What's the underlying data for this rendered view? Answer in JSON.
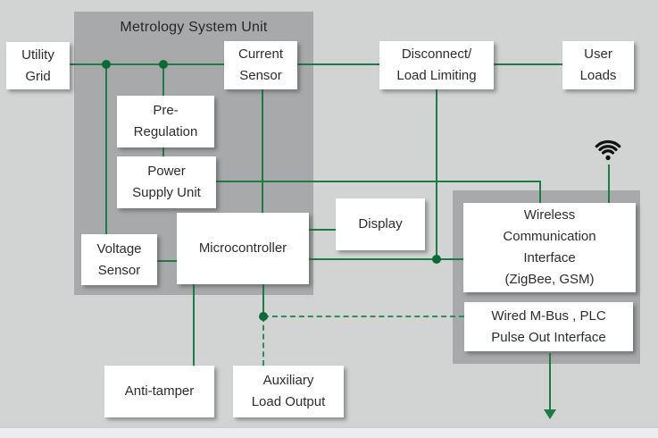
{
  "diagram": {
    "title": "Metrology System Unit",
    "nodes": {
      "utility_grid": {
        "lines": [
          "Utility",
          "Grid"
        ]
      },
      "current_sensor": {
        "lines": [
          "Current",
          "Sensor"
        ]
      },
      "disconnect": {
        "lines": [
          "Disconnect/",
          "Load Limiting"
        ]
      },
      "user_loads": {
        "lines": [
          "User",
          "Loads"
        ]
      },
      "pre_regulation": {
        "lines": [
          "Pre-",
          "Regulation"
        ]
      },
      "power_supply": {
        "lines": [
          "Power",
          "Supply Unit"
        ]
      },
      "display": {
        "lines": [
          "Display"
        ]
      },
      "voltage_sensor": {
        "lines": [
          "Voltage",
          "Sensor"
        ]
      },
      "microcontroller": {
        "lines": [
          "Microcontroller"
        ]
      },
      "wireless": {
        "lines": [
          "Wireless",
          "Communication",
          "Interface",
          "(ZigBee, GSM)"
        ]
      },
      "wired_mbus": {
        "lines": [
          "Wired M-Bus , PLC",
          "Pulse Out Interface"
        ]
      },
      "anti_tamper": {
        "lines": [
          "Anti-tamper"
        ]
      },
      "aux_load": {
        "lines": [
          "Auxiliary",
          "Load Output"
        ]
      }
    },
    "icons": {
      "wifi": "wifi-icon"
    },
    "connections": [
      {
        "from": "Utility Grid",
        "to": "Current Sensor",
        "style": "solid"
      },
      {
        "from": "Current Sensor",
        "to": "Disconnect/ Load Limiting",
        "style": "solid"
      },
      {
        "from": "Disconnect/ Load Limiting",
        "to": "User Loads",
        "style": "solid"
      },
      {
        "from": "Utility Grid",
        "to": "Voltage Sensor",
        "style": "solid"
      },
      {
        "from": "Utility Grid",
        "to": "Pre-Regulation",
        "style": "solid"
      },
      {
        "from": "Pre-Regulation",
        "to": "Power Supply Unit",
        "style": "solid"
      },
      {
        "from": "Current Sensor",
        "to": "Microcontroller",
        "style": "solid"
      },
      {
        "from": "Power Supply Unit",
        "to": "Wireless Communication Interface (ZigBee, GSM)",
        "style": "solid"
      },
      {
        "from": "Voltage Sensor",
        "to": "Microcontroller",
        "style": "solid"
      },
      {
        "from": "Microcontroller",
        "to": "Display",
        "style": "solid"
      },
      {
        "from": "Microcontroller",
        "to": "Wireless Communication Interface (ZigBee, GSM)",
        "style": "solid"
      },
      {
        "from": "Disconnect/ Load Limiting",
        "to": "Wireless Communication Interface (ZigBee, GSM)",
        "style": "solid"
      },
      {
        "from": "Microcontroller",
        "to": "Anti-tamper",
        "style": "solid"
      },
      {
        "from": "Microcontroller",
        "to": "Auxiliary Load Output",
        "style": "dashed"
      },
      {
        "from": "Microcontroller",
        "to": "Wired M-Bus , PLC Pulse Out Interface",
        "style": "dashed"
      },
      {
        "from": "Wi-Fi",
        "to": "Wireless Communication Interface (ZigBee, GSM)",
        "style": "solid"
      },
      {
        "from": "Wired M-Bus , PLC Pulse Out Interface",
        "to": "downward arrow output",
        "style": "solid-arrow"
      }
    ],
    "colors": {
      "background": "#d2d3d3",
      "container_gray": "#a8a9aa",
      "line_green": "#1e7b45",
      "junction_dot_green": "#0e6a35",
      "box_white": "#ffffff",
      "text_dark": "#2d2d2d"
    }
  }
}
